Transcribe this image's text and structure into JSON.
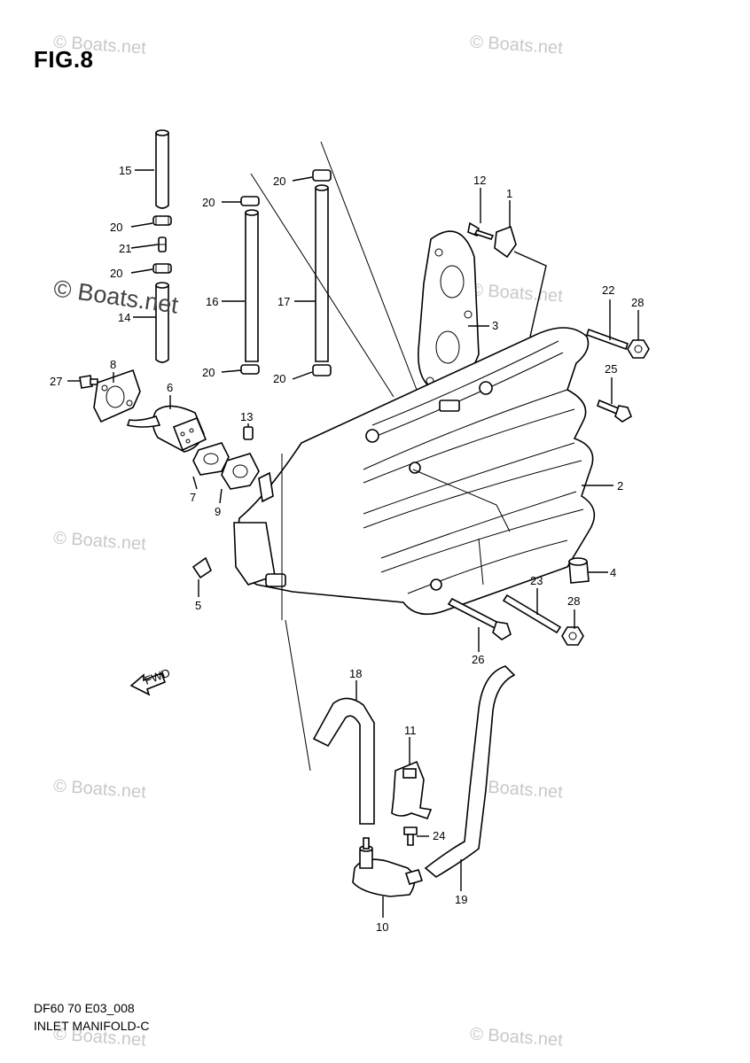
{
  "figure": {
    "title": "FIG.8"
  },
  "caption": {
    "line1": "DF60 70 E03_008",
    "line2": "INLET MANIFOLD-C"
  },
  "watermark": {
    "text": "© Boats.net",
    "color": "#c8c8c8",
    "overlay_text": "© Boats.net"
  },
  "fwd_label": "FWD",
  "callouts": {
    "c1": "1",
    "c2": "2",
    "c3": "3",
    "c4": "4",
    "c5": "5",
    "c6": "6",
    "c7": "7",
    "c8": "8",
    "c9": "9",
    "c10": "10",
    "c11": "11",
    "c12": "12",
    "c13": "13",
    "c14": "14",
    "c15": "15",
    "c16": "16",
    "c17": "17",
    "c18": "18",
    "c19": "19",
    "c20a": "20",
    "c20b": "20",
    "c20c": "20",
    "c20d": "20",
    "c20e": "20",
    "c20f": "20",
    "c21": "21",
    "c22": "22",
    "c23": "23",
    "c24": "24",
    "c25": "25",
    "c26": "26",
    "c27": "27",
    "c28a": "28",
    "c28b": "28"
  }
}
